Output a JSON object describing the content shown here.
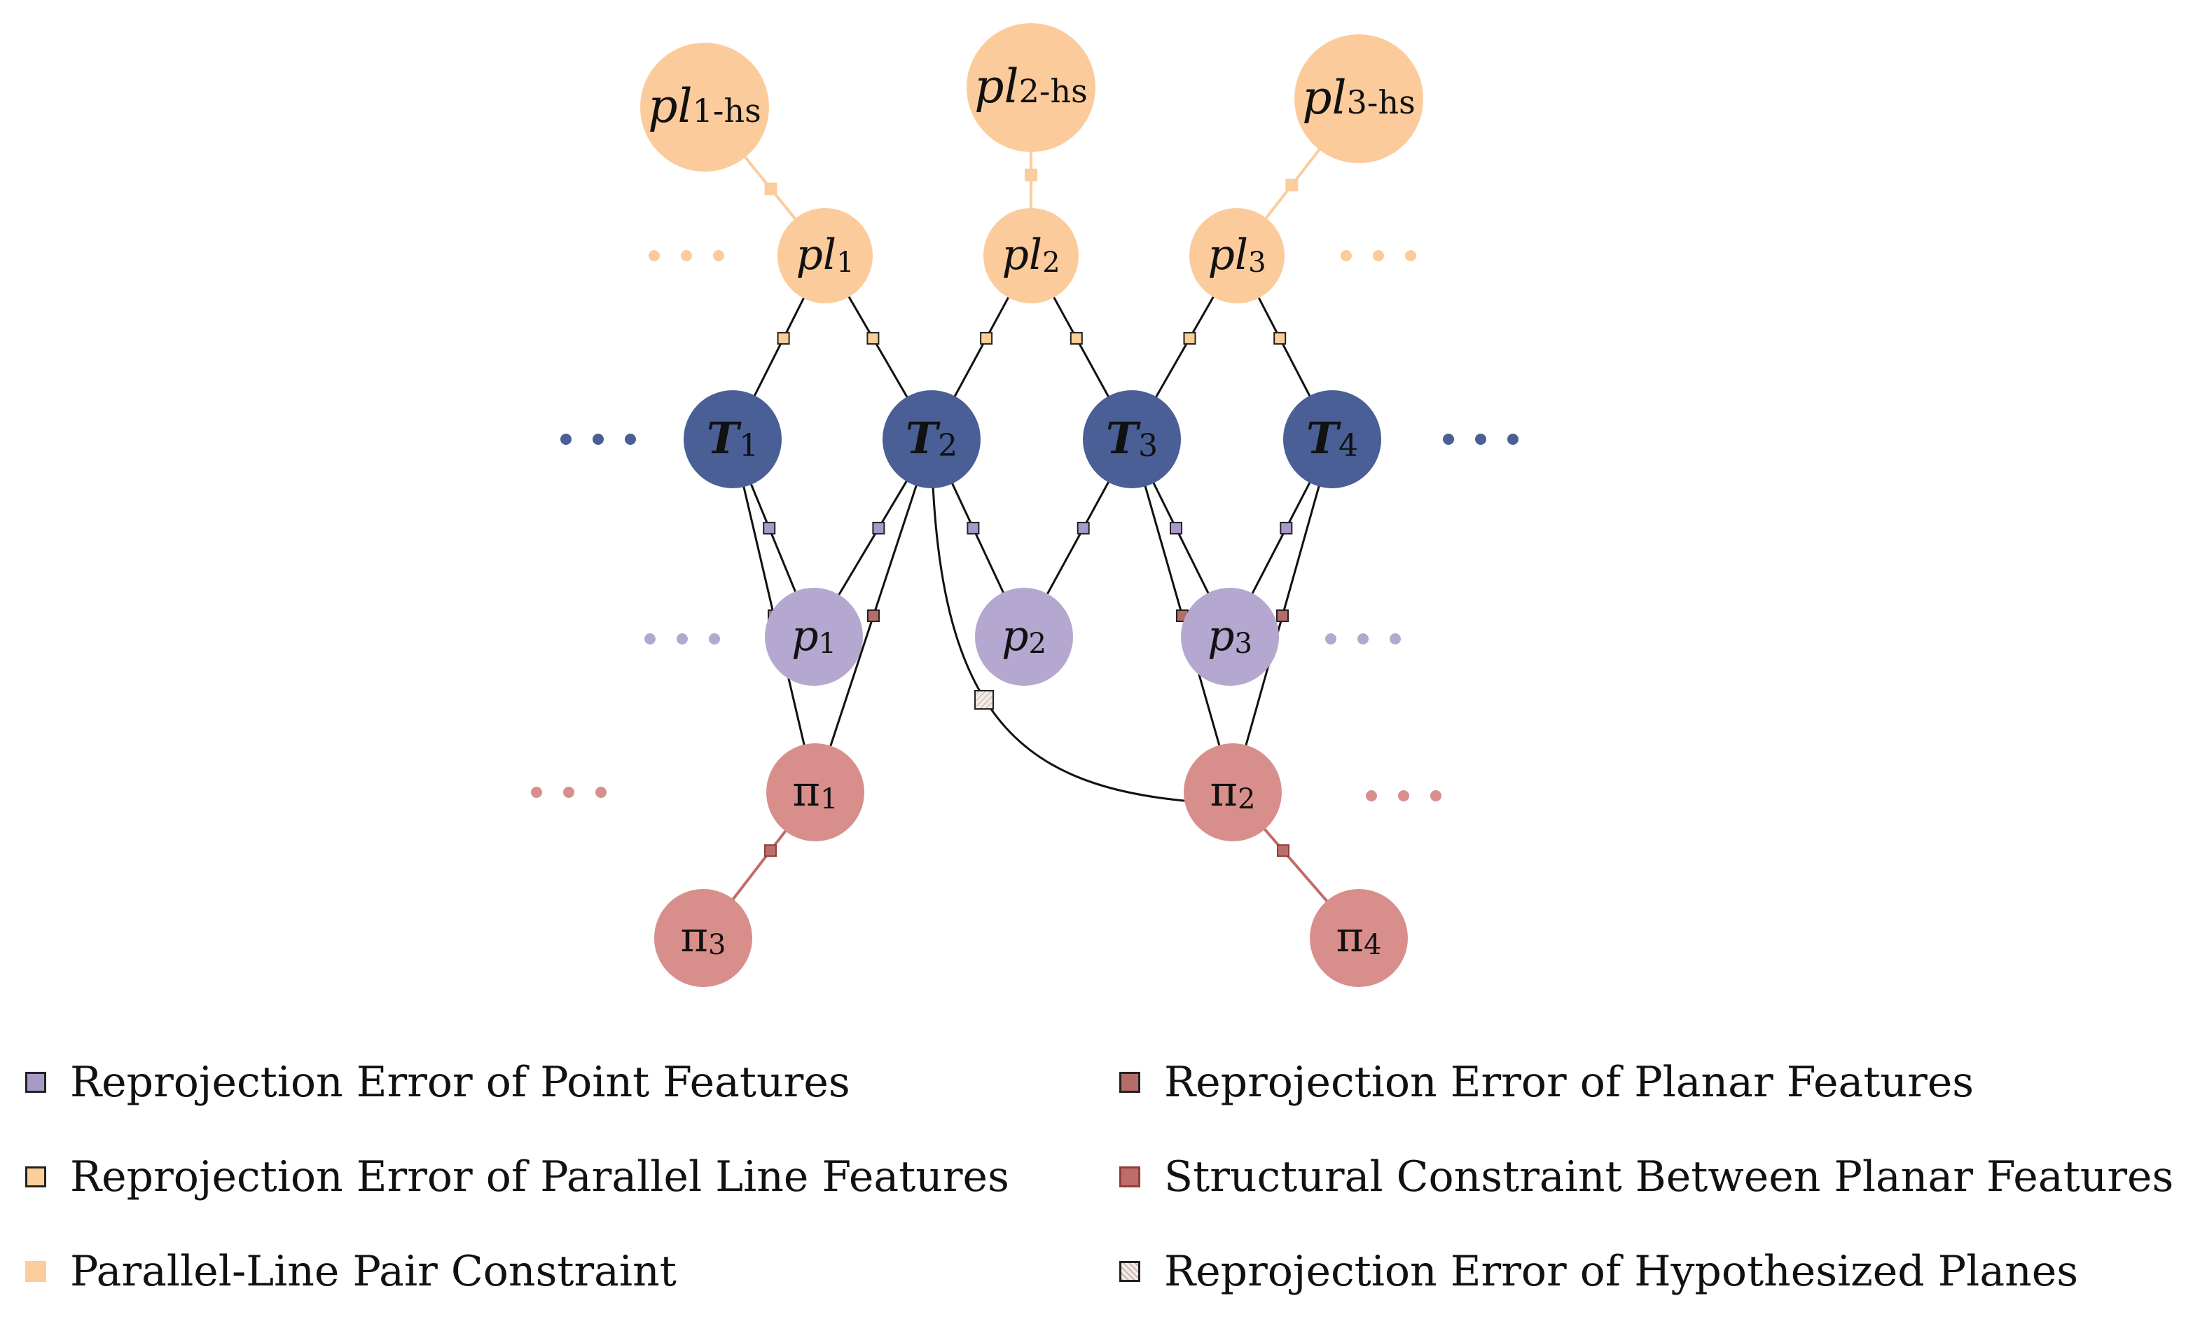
{
  "nodes": {
    "pl1hs": {
      "base": "pl",
      "sub": "1-hs"
    },
    "pl2hs": {
      "base": "pl",
      "sub": "2-hs"
    },
    "pl3hs": {
      "base": "pl",
      "sub": "3-hs"
    },
    "pl1": {
      "base": "pl",
      "sub": "1"
    },
    "pl2": {
      "base": "pl",
      "sub": "2"
    },
    "pl3": {
      "base": "pl",
      "sub": "3"
    },
    "T1": {
      "base": "T",
      "sub": "1"
    },
    "T2": {
      "base": "T",
      "sub": "2"
    },
    "T3": {
      "base": "T",
      "sub": "3"
    },
    "T4": {
      "base": "T",
      "sub": "4"
    },
    "p1": {
      "base": "p",
      "sub": "1"
    },
    "p2": {
      "base": "p",
      "sub": "2"
    },
    "p3": {
      "base": "p",
      "sub": "3"
    },
    "pi1": {
      "base": "π",
      "sub": "1"
    },
    "pi2": {
      "base": "π",
      "sub": "2"
    },
    "pi3": {
      "base": "π",
      "sub": "3"
    },
    "pi4": {
      "base": "π",
      "sub": "4"
    }
  },
  "colors": {
    "pose": "#4a5f96",
    "point": "#b4a8d0",
    "line": "#fccb9b",
    "plane": "#d88f8b",
    "factor_point": "#a999c9",
    "factor_line": "#fbcf98",
    "factor_plane": "#b56c66",
    "factor_structural": "#bf6d6a",
    "factor_pair": "#fbcd9d",
    "factor_hyp": "#f3ebe6"
  },
  "legend": [
    {
      "label": "Reprojection Error of Point Features",
      "color": "#a999c9",
      "border": "#222"
    },
    {
      "label": "Reprojection Error of Planar Features",
      "color": "#b56c66",
      "border": "#222"
    },
    {
      "label": "Reprojection Error of Parallel Line Features",
      "color": "#fbcf98",
      "border": "#222"
    },
    {
      "label": "Structural Constraint Between Planar Features",
      "color": "#bf6d6a",
      "border": "#8f3f3a"
    },
    {
      "label": "Parallel-Line Pair Constraint",
      "color": "#fbcd9d",
      "border": "#fbcd9d"
    },
    {
      "label": "Reprojection Error of Hypothesized Planes",
      "color": "#f3ebe6",
      "border": "#222"
    }
  ]
}
